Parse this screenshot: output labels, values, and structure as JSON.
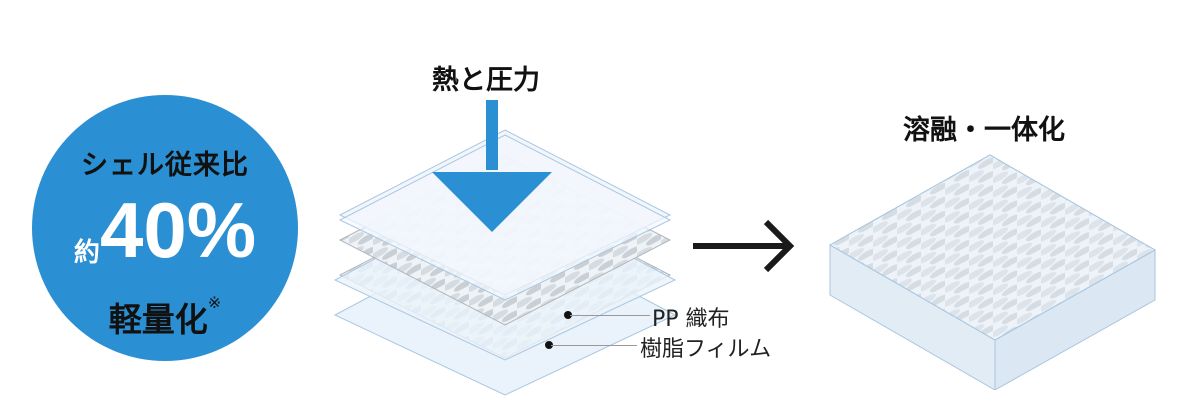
{
  "badge": {
    "top_text": "シェル従来比",
    "prefix": "約",
    "value": "40%",
    "bottom_text": "軽量化",
    "note_mark": "※",
    "color": "#2b8fd4"
  },
  "left_diagram": {
    "title": "熱と圧力",
    "arrow_color": "#2b8fd4",
    "labels": [
      {
        "text": "PP 織布"
      },
      {
        "text": "樹脂フィルム"
      }
    ]
  },
  "process_arrow": {
    "icon": "right-arrow-icon"
  },
  "right_diagram": {
    "title": "溶融・一体化"
  }
}
